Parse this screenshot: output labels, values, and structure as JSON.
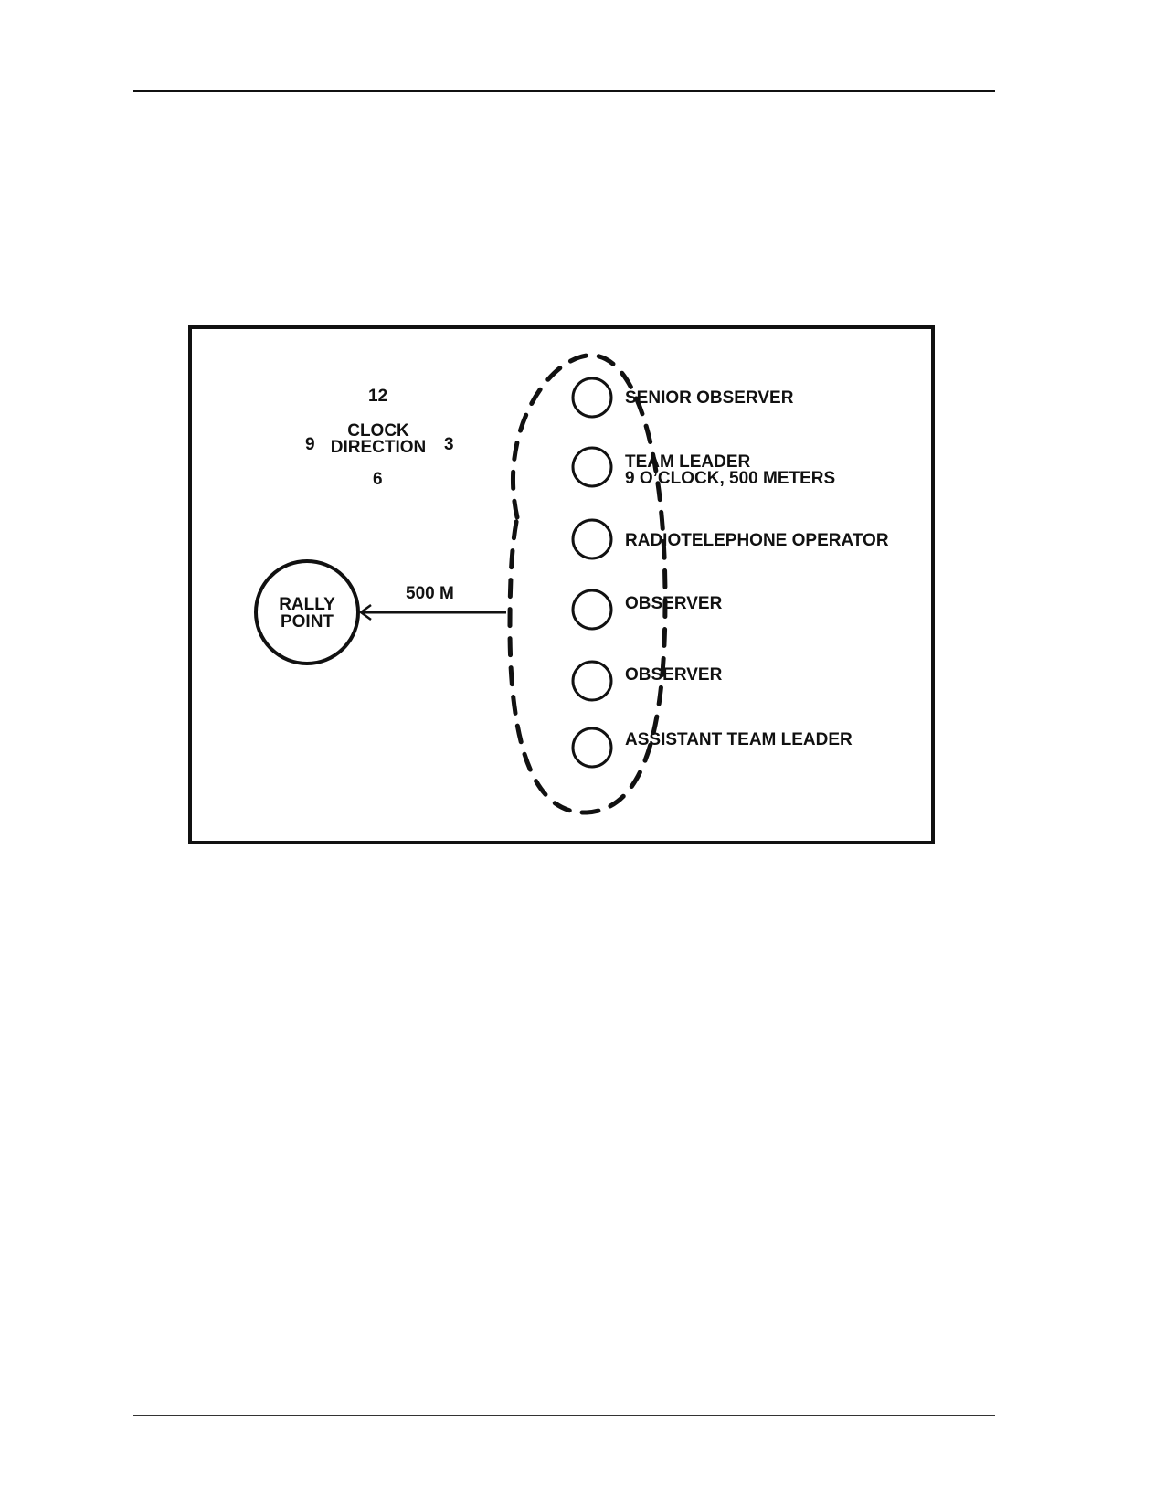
{
  "clock": {
    "twelve": "12",
    "nine": "9",
    "three": "3",
    "six": "6",
    "title_line1": "CLOCK",
    "title_line2": "DIRECTION"
  },
  "rally_point": {
    "line1": "RALLY",
    "line2": "POINT"
  },
  "distance_label": "500 M",
  "team": [
    {
      "role": "SENIOR OBSERVER"
    },
    {
      "role": "TEAM LEADER",
      "note": "9 O’CLOCK, 500 METERS"
    },
    {
      "role": "RADIOTELEPHONE OPERATOR"
    },
    {
      "role": "OBSERVER"
    },
    {
      "role": "OBSERVER"
    },
    {
      "role": "ASSISTANT TEAM LEADER"
    }
  ],
  "colors": {
    "ink": "#111111",
    "background": "#ffffff"
  }
}
